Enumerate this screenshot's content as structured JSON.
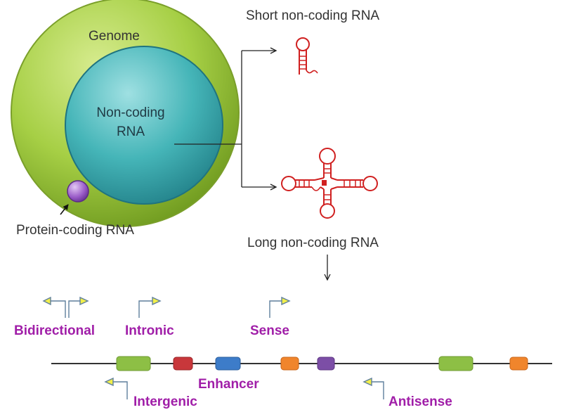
{
  "labels": {
    "genome": "Genome",
    "noncoding_line1": "Non-coding",
    "noncoding_line2": "RNA",
    "protein_coding": "Protein-coding RNA",
    "short_ncrna": "Short non-coding RNA",
    "long_ncrna": "Long non-coding RNA"
  },
  "lncrna_types": {
    "bidirectional": "Bidirectional",
    "intronic": "Intronic",
    "sense": "Sense",
    "enhancer": "Enhancer",
    "intergenic": "Intergenic",
    "antisense": "Antisense"
  },
  "colors": {
    "genome": "#9dc63c",
    "noncoding": "#3fb2b5",
    "protein": "#8a4bb8",
    "rna_structure": "#d02020",
    "type_label": "#a01ea8",
    "arrow_fill": "#f2ef4a",
    "exon_green": "#8dbf45",
    "exon_red": "#c8373b",
    "exon_blue": "#3d7cc9",
    "exon_orange": "#f0852c",
    "exon_purple": "#7c4ea6"
  },
  "icons": [
    "tss-arrow-icon",
    "hairpin-rna-icon",
    "branched-rna-icon",
    "pointer-arrow-icon"
  ]
}
